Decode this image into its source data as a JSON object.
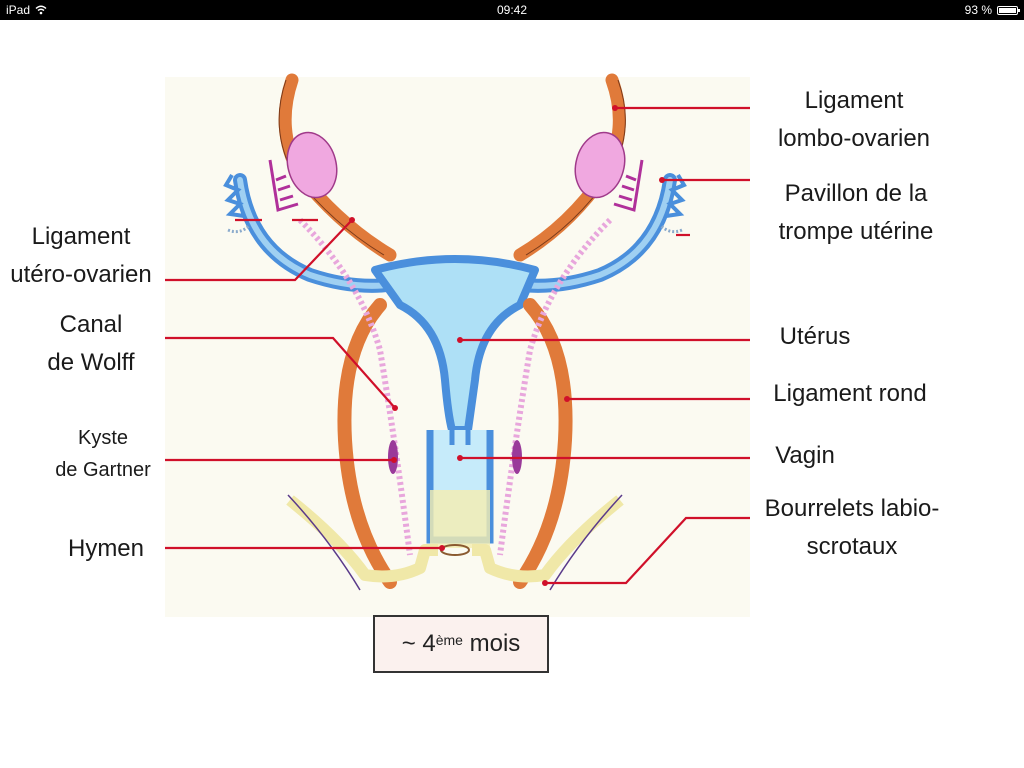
{
  "status_bar": {
    "device": "iPad",
    "time": "09:42",
    "battery": "93 %",
    "battery_level": 0.93,
    "icons": [
      "wifi-icon",
      "battery-icon"
    ]
  },
  "labels": {
    "ligament_lombo_ovarien": [
      "Ligament",
      "lombo-ovarien"
    ],
    "pavillon_trompe": [
      "Pavillon de la",
      "trompe utérine"
    ],
    "ligament_utero_ovarien": [
      "Ligament",
      "utéro-ovarien"
    ],
    "canal_wolff": [
      "Canal",
      "de Wolff"
    ],
    "uterus": "Utérus",
    "ligament_rond": "Ligament rond",
    "kyste_gartner": [
      "Kyste",
      "de Gartner"
    ],
    "vagin": "Vagin",
    "hymen": "Hymen",
    "bourrelets": [
      "Bourrelets labio-",
      "scrotaux"
    ]
  },
  "period": {
    "prefix": "~ 4",
    "superscript": "ème",
    "suffix": " mois"
  },
  "colors": {
    "leader_line": "#d0102a",
    "mullerian_blue": "#4a8fdc",
    "uterus_fill": "#aee0f6",
    "ligament_orange": "#e07a3a",
    "ovary_pink": "#f0a8e0",
    "wolff_pink": "#e8a6dc",
    "sinus_yellow": "#f5eeb0"
  }
}
